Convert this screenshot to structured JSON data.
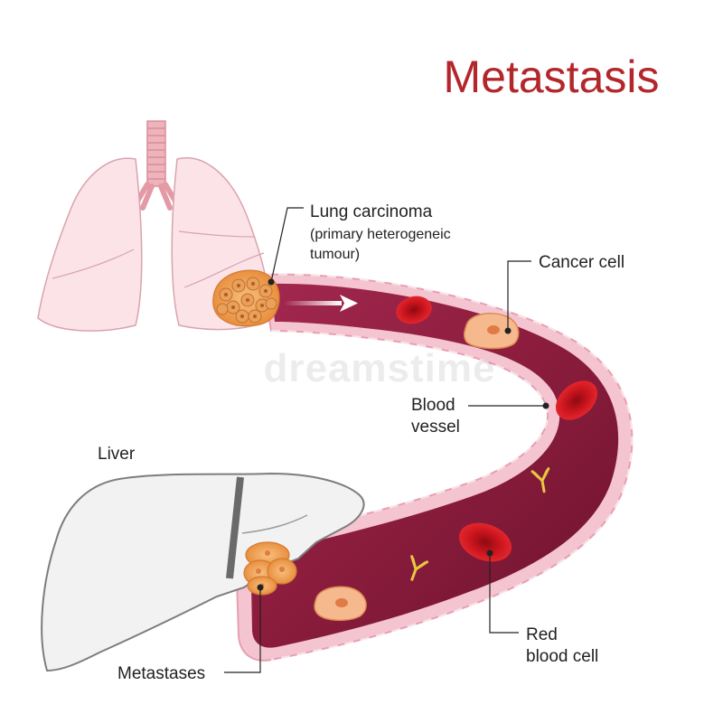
{
  "title": "Metastasis",
  "watermark": "dreamstime",
  "labels": {
    "lung_carcinoma": "Lung carcinoma",
    "lung_carcinoma_note_1": "(primary heterogeneic",
    "lung_carcinoma_note_2": "tumour)",
    "cancer_cell": "Cancer cell",
    "blood_vessel_1": "Blood",
    "blood_vessel_2": "vessel",
    "liver": "Liver",
    "red_blood_cell_1": "Red",
    "red_blood_cell_2": "blood cell",
    "metastases": "Metastases"
  },
  "colors": {
    "title": "#b3262b",
    "lung_fill": "#fbe3e8",
    "lung_stroke": "#d9a4ae",
    "trachea": "#e8a3ad",
    "vessel_wall": "#f5c4d1",
    "vessel_lumen": "#8a1c3c",
    "red_blood_cell": "#d0171f",
    "cancer_cell": "#f6b98d",
    "tumour": "#f2a65a",
    "liver_fill": "#f4f4f4",
    "liver_stroke": "#7d7d7d",
    "antibody": "#e8c640",
    "leader_line": "#222222"
  }
}
